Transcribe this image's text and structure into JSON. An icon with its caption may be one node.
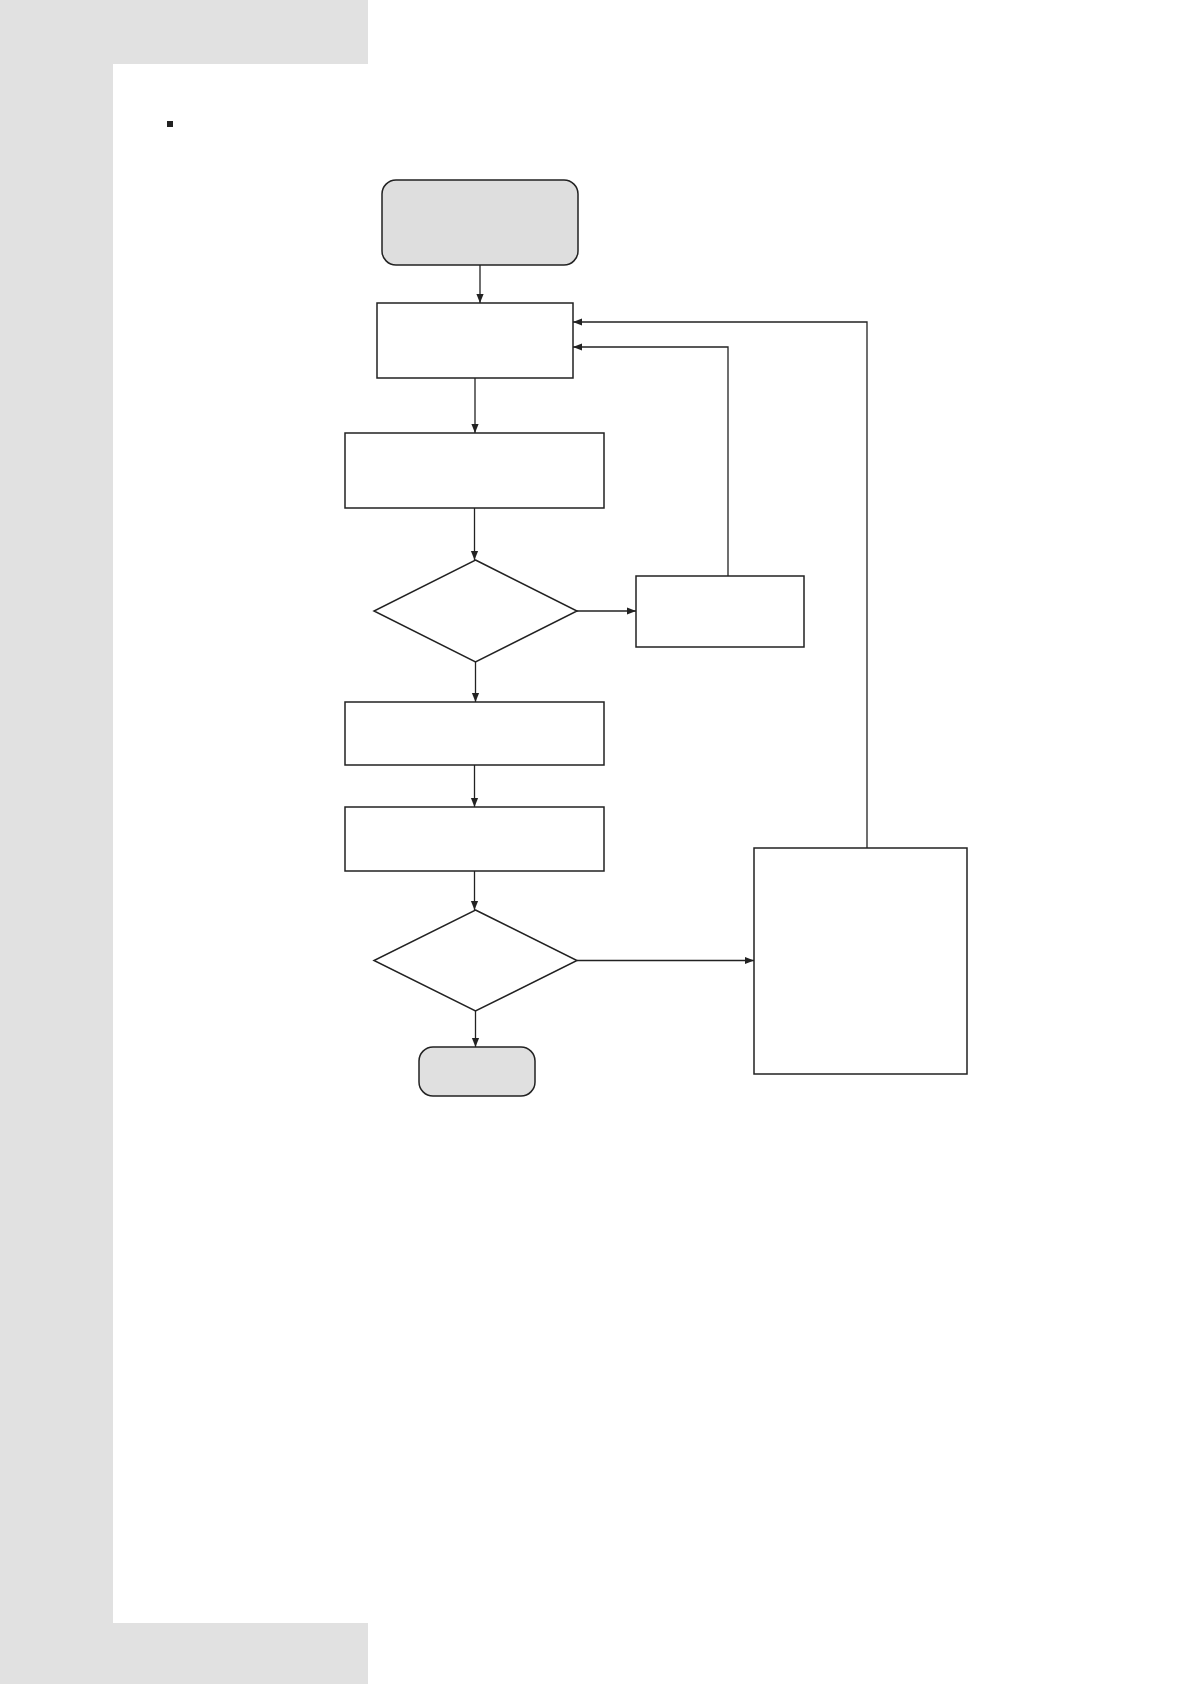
{
  "diagram": {
    "nodes": [
      {
        "text": [],
        "shape": "box"
      },
      {
        "text": [],
        "shape": "box"
      },
      {
        "text": [],
        "shape": "box"
      },
      {
        "text": [],
        "shape": "diamond"
      },
      {
        "text": [],
        "shape": "box"
      },
      {
        "text": [],
        "shape": "box"
      },
      {
        "text": [],
        "shape": "box"
      },
      {
        "text": [],
        "shape": "diamond"
      },
      {
        "text": [],
        "shape": "box"
      },
      {
        "text": [],
        "shape": "box"
      }
    ],
    "edges": [
      {
        "from": 0,
        "to": 1,
        "arrow": "to"
      },
      {
        "from": 1,
        "to": 2,
        "arrow": "to"
      },
      {
        "from": 2,
        "to": 3,
        "arrow": "to"
      },
      {
        "from": 3,
        "to": 4,
        "arrow": "to"
      },
      {
        "from": 4,
        "to": 1,
        "arrow": "to"
      },
      {
        "from": 3,
        "to": 5,
        "arrow": "to"
      },
      {
        "from": 5,
        "to": 6,
        "arrow": "to"
      },
      {
        "from": 6,
        "to": 7,
        "arrow": "to"
      },
      {
        "from": 7,
        "to": 8,
        "arrow": "to"
      },
      {
        "from": 7,
        "to": 9,
        "arrow": "to"
      },
      {
        "from": 9,
        "to": 1,
        "arrow": "to"
      }
    ]
  }
}
